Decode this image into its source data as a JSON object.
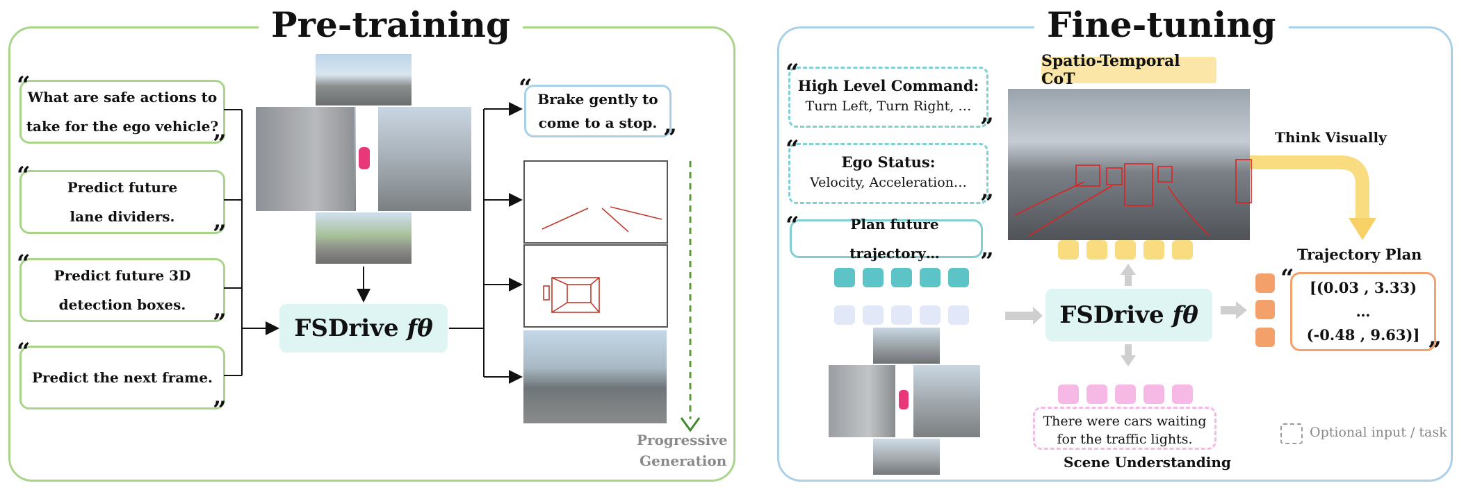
{
  "pretraining": {
    "title": "Pre-training",
    "questions": [
      [
        "What are safe actions to",
        "take for the ego vehicle?"
      ],
      [
        "Predict future",
        "lane dividers."
      ],
      [
        "Predict future 3D",
        "detection boxes."
      ],
      [
        "Predict the next frame."
      ]
    ],
    "model_name": "FSDrive",
    "model_symbol": "fθ",
    "answer": [
      "Brake gently to",
      "come to a stop."
    ],
    "progressive": [
      "Progressive",
      "Generation"
    ]
  },
  "finetuning": {
    "title": "Fine-tuning",
    "inputs": [
      {
        "heading": "High Level Command:",
        "detail": "Turn Left, Turn Right, …"
      },
      {
        "heading": "Ego Status:",
        "detail": "Velocity, Acceleration…"
      }
    ],
    "instruction": "Plan future trajectory…",
    "cot_label": "Spatio-Temporal CoT",
    "think_visually": "Think Visually",
    "model_name": "FSDrive",
    "model_symbol": "fθ",
    "trajectory_title": "Trajectory Plan",
    "trajectory_lines": [
      "[(0.03 , 3.33)",
      "…",
      "(-0.48 , 9.63)]"
    ],
    "scene_text": [
      "There were cars waiting",
      "for the traffic lights."
    ],
    "scene_label": "Scene Understanding",
    "legend": "Optional input / task"
  },
  "colors": {
    "green": "#a8d58a",
    "blue": "#a9d0e8",
    "teal_dash": "#7fcfd3",
    "fsdrive_bg": "#def5f3",
    "yellow": "#f9dc80",
    "teal_sq": "#5cc4c7",
    "lavender": "#e2e8f8",
    "pink": "#f6b8e4",
    "orange": "#f4a06a",
    "cot_bg": "#fbe6a8"
  }
}
